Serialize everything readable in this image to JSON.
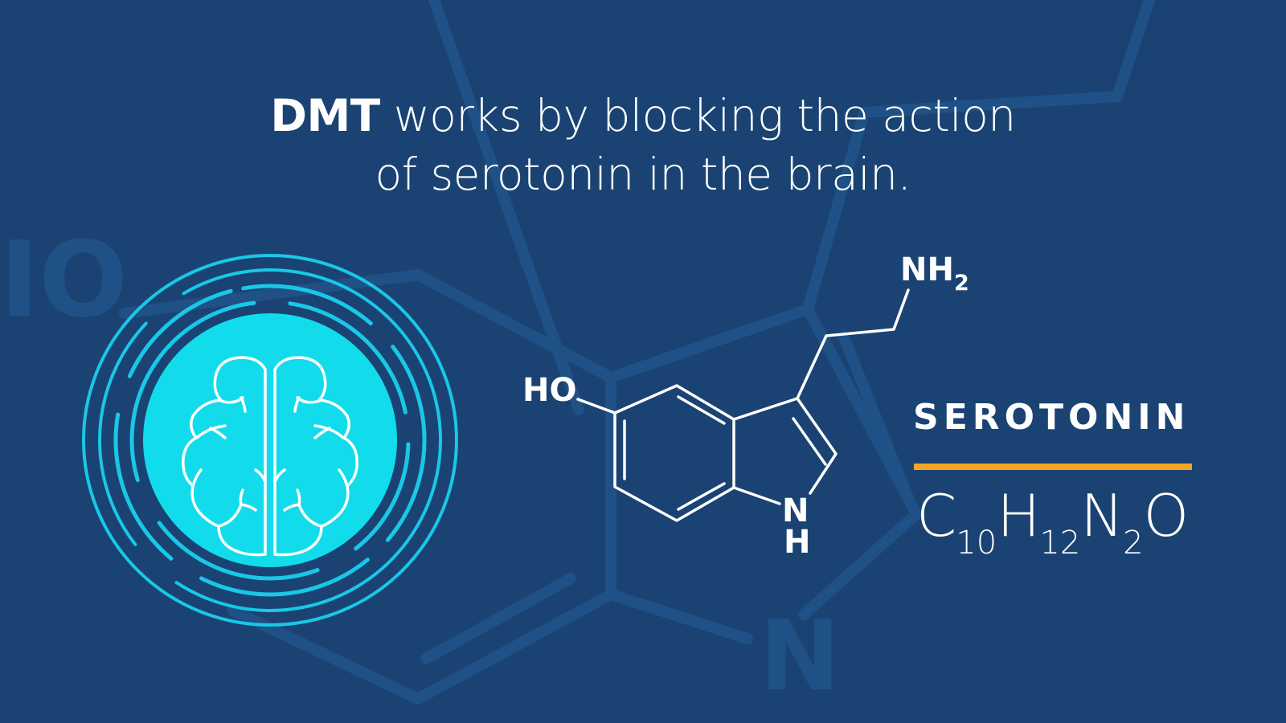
{
  "headline": {
    "bold": "DMT",
    "line1_rest": " works by blocking the action",
    "line2": "of serotonin in the brain."
  },
  "molecule": {
    "labels": {
      "hydroxyl": "HO",
      "amine_main": "NH",
      "amine_sub": "2",
      "ring_n": "N",
      "ring_h": "H"
    }
  },
  "compound": {
    "name": "SEROTONIN",
    "formula": {
      "parts": [
        {
          "el": "C",
          "n": "10"
        },
        {
          "el": "H",
          "n": "12"
        },
        {
          "el": "N",
          "n": "2"
        },
        {
          "el": "O",
          "n": ""
        }
      ]
    }
  },
  "watermark": {
    "labels": [
      "O",
      "N"
    ]
  },
  "colors": {
    "background": "#1a4373",
    "watermark": "#1f5186",
    "cyan_ring": "#19c8e6",
    "cyan_fill": "#12dcec",
    "accent_orange": "#f5a623",
    "text": "#ffffff"
  },
  "icons": {
    "brain": "brain-icon",
    "rings": "concentric-rings-icon"
  }
}
